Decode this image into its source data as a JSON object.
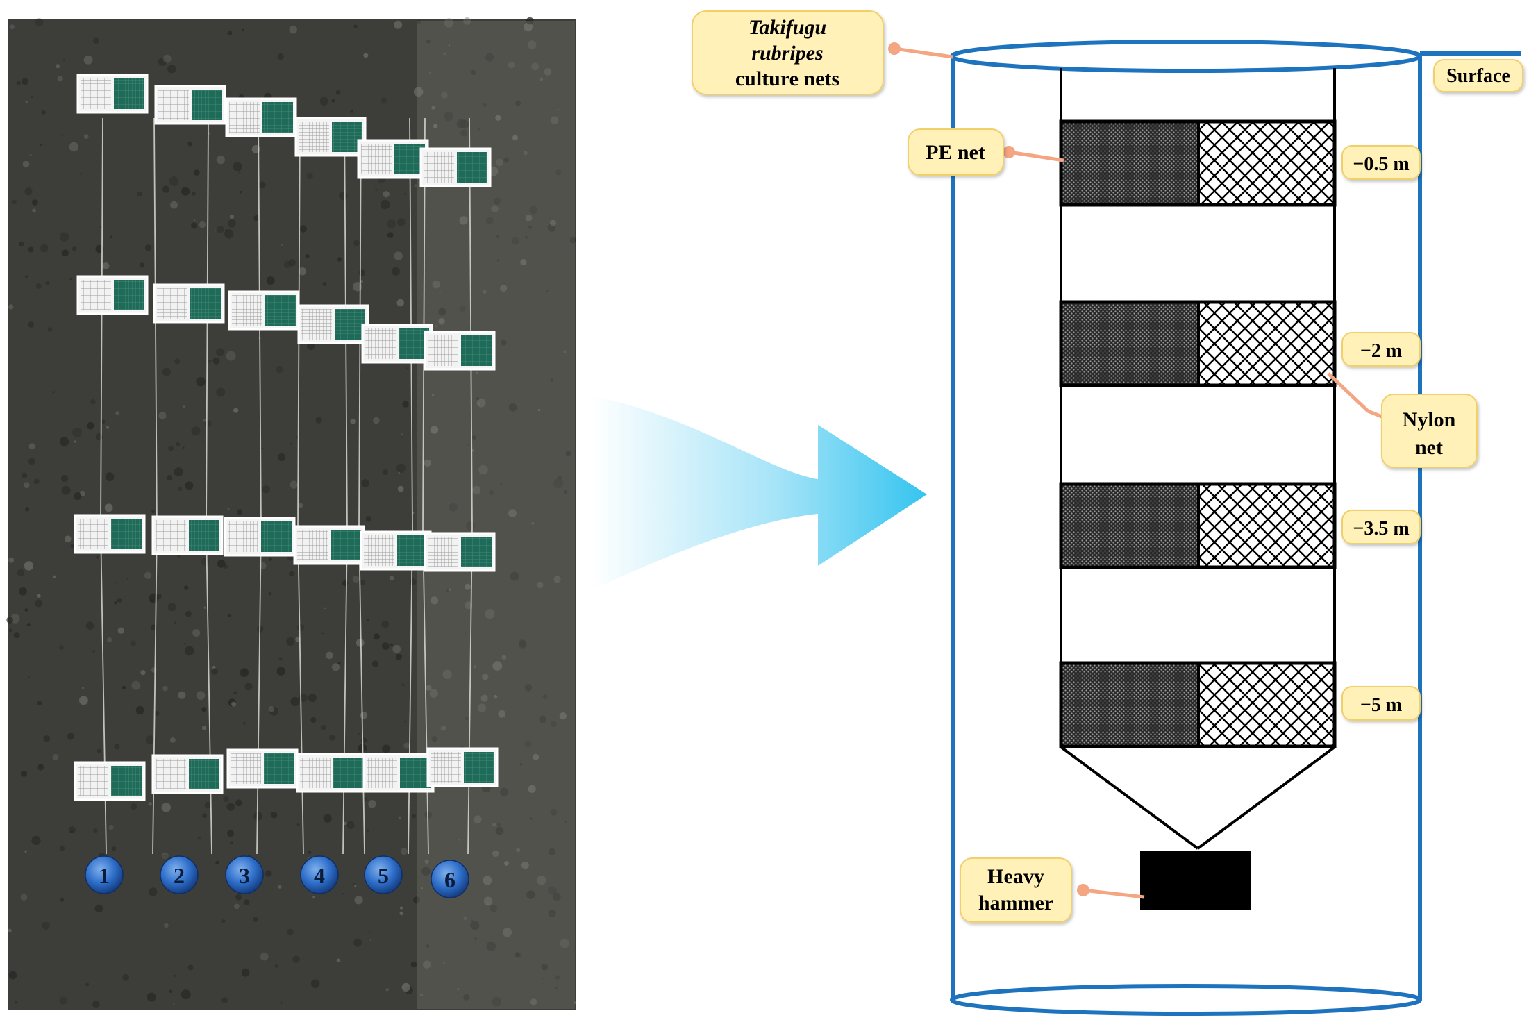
{
  "photo": {
    "column_numbers": [
      "1",
      "2",
      "3",
      "4",
      "5",
      "6"
    ]
  },
  "labels": {
    "culture_nets_line1": "Takifugu",
    "culture_nets_line2": "rubripes",
    "culture_nets_line3": "culture nets",
    "surface": "Surface",
    "pe_net": "PE net",
    "nylon_line1": "Nylon",
    "nylon_line2": "net",
    "heavy_line1": "Heavy",
    "heavy_line2": "hammer"
  },
  "depths": [
    "−0.5 m",
    "−2 m",
    "−3.5 m",
    "−5 m"
  ],
  "colors": {
    "cylinder": "#1e73be",
    "label_fill": "#fff1b8",
    "label_edge": "#f1cf6b",
    "connector": "#f4a582",
    "arrow": "#41c8ef",
    "photo_bg": "#3e3e3a",
    "panel_green": "#1f6b5a",
    "number_badge": "#2d6dc8"
  },
  "icons": {
    "flow_arrow": "right-arrow-icon"
  }
}
